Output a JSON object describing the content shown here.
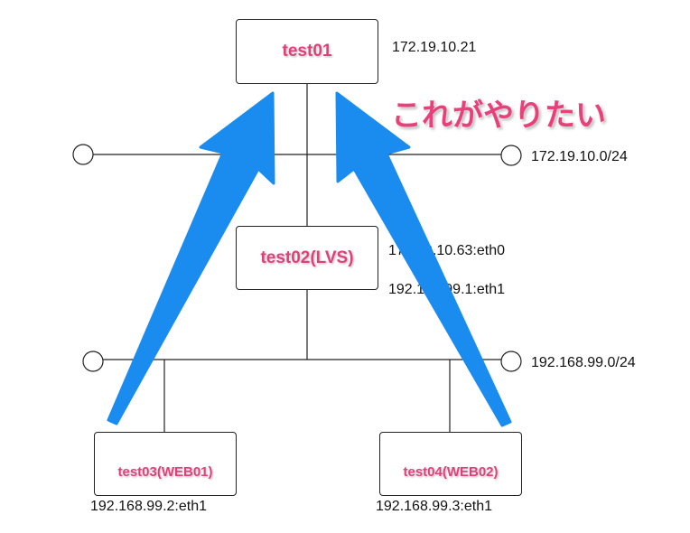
{
  "nodes": {
    "test01": {
      "label": "test01",
      "ip": "172.19.10.21"
    },
    "test02": {
      "label": "test02(LVS)",
      "ip_eth0": "172.19.10.63:eth0",
      "ip_eth1": "192.168.99.1:eth1"
    },
    "test03": {
      "label": "test03(WEB01)",
      "ip": "192.168.99.2:eth1"
    },
    "test04": {
      "label": "test04(WEB02)",
      "ip": "192.168.99.3:eth1"
    }
  },
  "networks": {
    "upper": "172.19.10.0/24",
    "lower": "192.168.99.0/24"
  },
  "callout": "これがやりたい",
  "colors": {
    "arrow": "#1a8cf0",
    "label": "#e0407a"
  }
}
